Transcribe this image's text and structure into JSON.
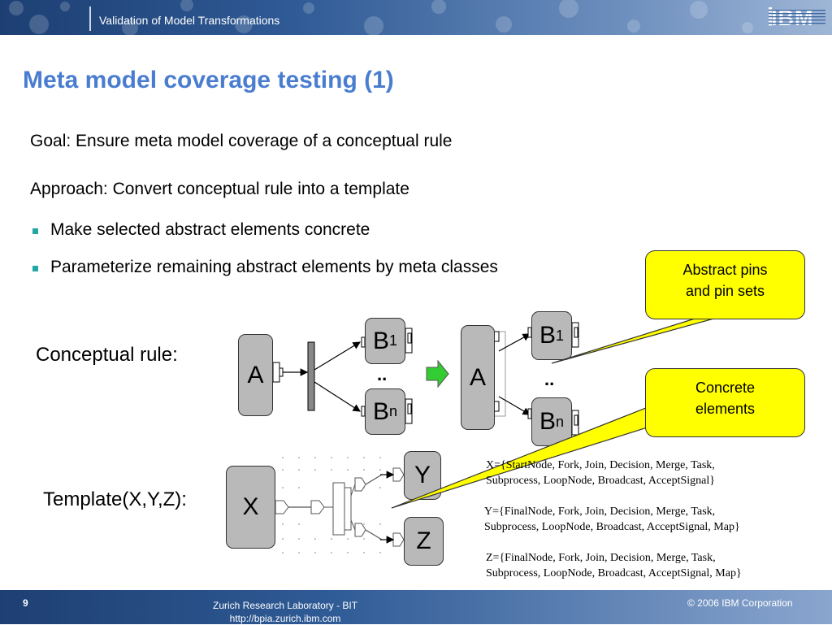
{
  "header": {
    "title": "Validation of Model Transformations",
    "logo": "IBM"
  },
  "slide": {
    "title": "Meta model coverage testing (1)",
    "goal": "Goal: Ensure meta model coverage of a conceptual rule",
    "approach": "Approach: Convert conceptual rule into a template",
    "bullets": [
      "Make selected abstract elements concrete",
      "Parameterize remaining abstract elements by meta classes"
    ]
  },
  "diagram": {
    "conceptual_label": "Conceptual rule:",
    "template_label": "Template(X,Y,Z):",
    "box_a": "A",
    "box_b": "B",
    "sub_1": "1",
    "sub_n": "n",
    "ellipsis": "..",
    "box_x": "X",
    "box_y": "Y",
    "box_z": "Z",
    "callout_abstract": [
      "Abstract pins",
      "and pin sets"
    ],
    "callout_concrete": [
      "Concrete",
      "elements"
    ],
    "set_x": [
      "X={StartNode, Fork, Join, Decision, Merge, Task,",
      "Subprocess,  LoopNode, Broadcast, AcceptSignal}"
    ],
    "set_y": [
      "Y={FinalNode, Fork, Join, Decision, Merge, Task,",
      "Subprocess,  LoopNode, Broadcast, AcceptSignal, Map}"
    ],
    "set_z": [
      "Z={FinalNode, Fork, Join, Decision, Merge, Task,",
      "Subprocess,  LoopNode, Broadcast, AcceptSignal, Map}"
    ]
  },
  "footer": {
    "page": "9",
    "lab_line1": "Zurich Research Laboratory - BIT",
    "lab_line2": "http://bpia.zurich.ibm.com",
    "copyright": "© 2006 IBM Corporation"
  },
  "colors": {
    "title_blue": "#4a7dd0",
    "callout_yellow": "#ffff00",
    "box_gray": "#b9b9b9",
    "arrow_green": "#33cc33"
  }
}
